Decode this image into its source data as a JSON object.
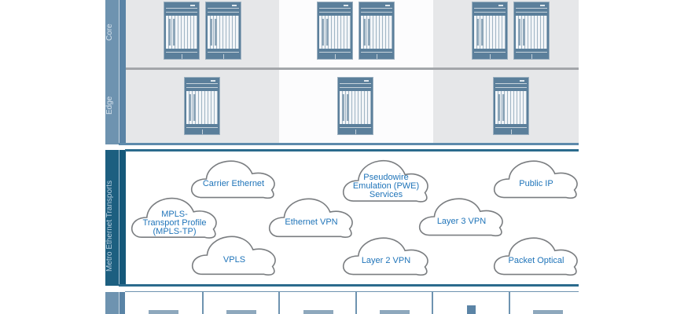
{
  "diagram": {
    "layers": [
      {
        "label": "Core",
        "routers_per_column": [
          2,
          2,
          2
        ]
      },
      {
        "label": "Edge",
        "routers_per_column": [
          1,
          1,
          1
        ]
      },
      {
        "label": "Metro Ethernet Transports"
      }
    ],
    "services": [
      {
        "label": "Carrier Ethernet"
      },
      {
        "label": "MPLS-\nTransport Profile\n(MPLS-TP)"
      },
      {
        "label": "VPLS"
      },
      {
        "label": "Ethernet VPN"
      },
      {
        "label": "Pseudowire\nEmulation (PWE)\nServices"
      },
      {
        "label": "Layer 2 VPN"
      },
      {
        "label": "Layer 3 VPN"
      },
      {
        "label": "Public IP"
      },
      {
        "label": "Packet Optical"
      }
    ],
    "access_devices_count": 6,
    "colors": {
      "band": "#6e93b0",
      "band_dark": "#1d5f80",
      "router": "#5b7f9b",
      "cloud_text": "#1f74b9",
      "cloud_stroke": "#7a7d80",
      "grey_cell": "#e6e7e9"
    }
  }
}
